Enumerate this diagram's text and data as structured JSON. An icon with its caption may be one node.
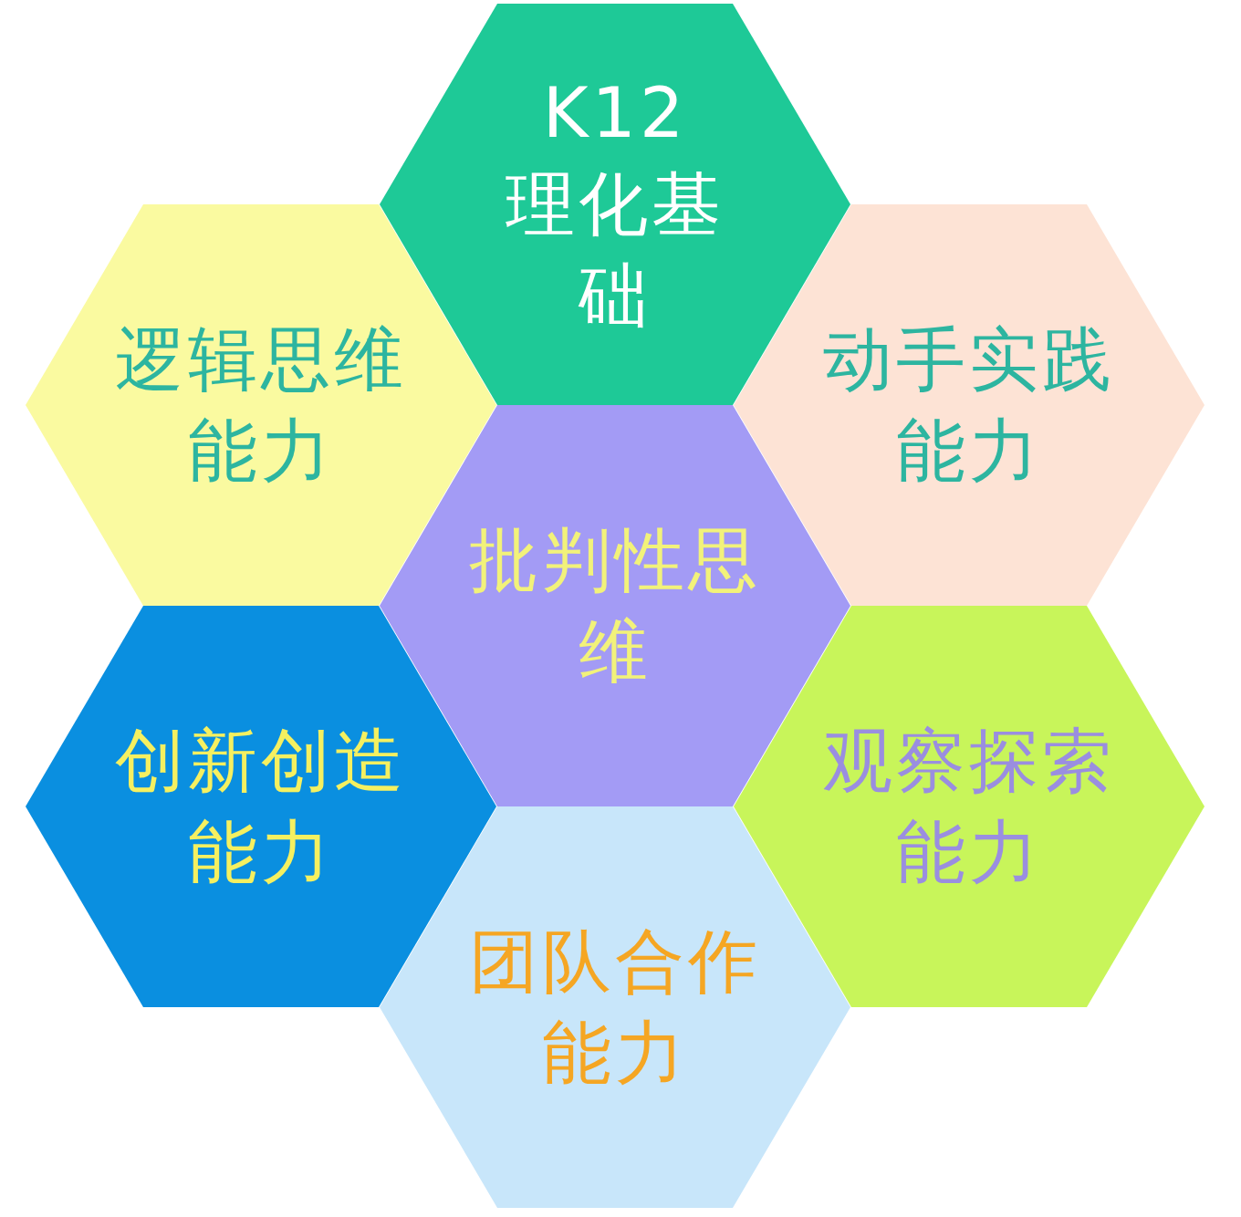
{
  "diagram": {
    "nodes": [
      {
        "text": [
          "K12",
          "理化基础"
        ]
      },
      {
        "text": [
          "逻辑思维能力"
        ]
      },
      {
        "text": [
          "动手实践能力"
        ]
      },
      {
        "text": [
          "批判性思维"
        ]
      },
      {
        "text": [
          "创新创造能力"
        ]
      },
      {
        "text": [
          "观察探索能力"
        ]
      },
      {
        "text": [
          "团队合作能力"
        ]
      }
    ]
  }
}
